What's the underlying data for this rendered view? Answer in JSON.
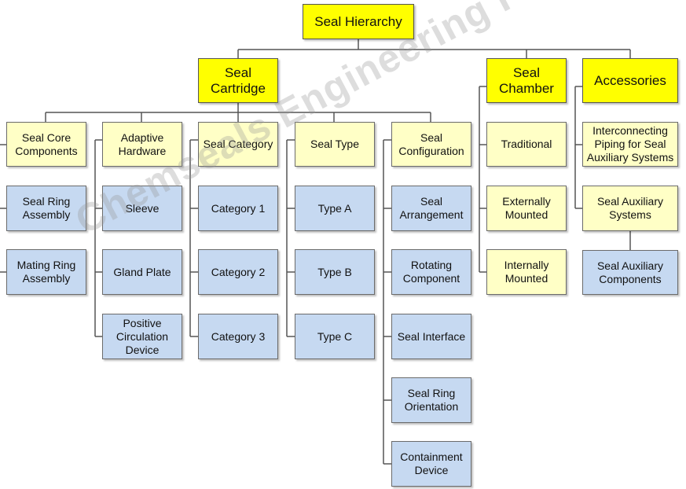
{
  "root": {
    "label": "Seal Hierarchy"
  },
  "level1": {
    "cartridge": "Seal\nCartridge",
    "chamber": "Seal\nChamber",
    "accessories": "Accessories"
  },
  "cartridge_groups": {
    "core": {
      "header": "Seal Core\nComponents",
      "items": [
        "Seal Ring\nAssembly",
        "Mating Ring\nAssembly"
      ]
    },
    "adaptive": {
      "header": "Adaptive\nHardware",
      "items": [
        "Sleeve",
        "Gland Plate",
        "Positive\nCirculation\nDevice"
      ]
    },
    "category": {
      "header": "Seal Category",
      "items": [
        "Category 1",
        "Category 2",
        "Category 3"
      ]
    },
    "type": {
      "header": "Seal Type",
      "items": [
        "Type A",
        "Type B",
        "Type C"
      ]
    },
    "configuration": {
      "header": "Seal\nConfiguration",
      "items": [
        "Seal\nArrangement",
        "Rotating\nComponent",
        "Seal Interface",
        "Seal Ring\nOrientation",
        "Containment\nDevice"
      ]
    }
  },
  "chamber_items": [
    "Traditional",
    "Externally\nMounted",
    "Internally\nMounted"
  ],
  "accessories_items": {
    "piping": "Interconnecting\nPiping for Seal\nAuxiliary Systems",
    "systems": "Seal Auxiliary\nSystems",
    "components": "Seal Auxiliary\nComponents"
  },
  "watermark": "Chemseals Engineering Pvt. Ltd",
  "colors": {
    "header_fill": "#ffff00",
    "level2_fill": "#ffffc6",
    "level3_fill": "#c6d9f1",
    "connector": "#555555"
  }
}
